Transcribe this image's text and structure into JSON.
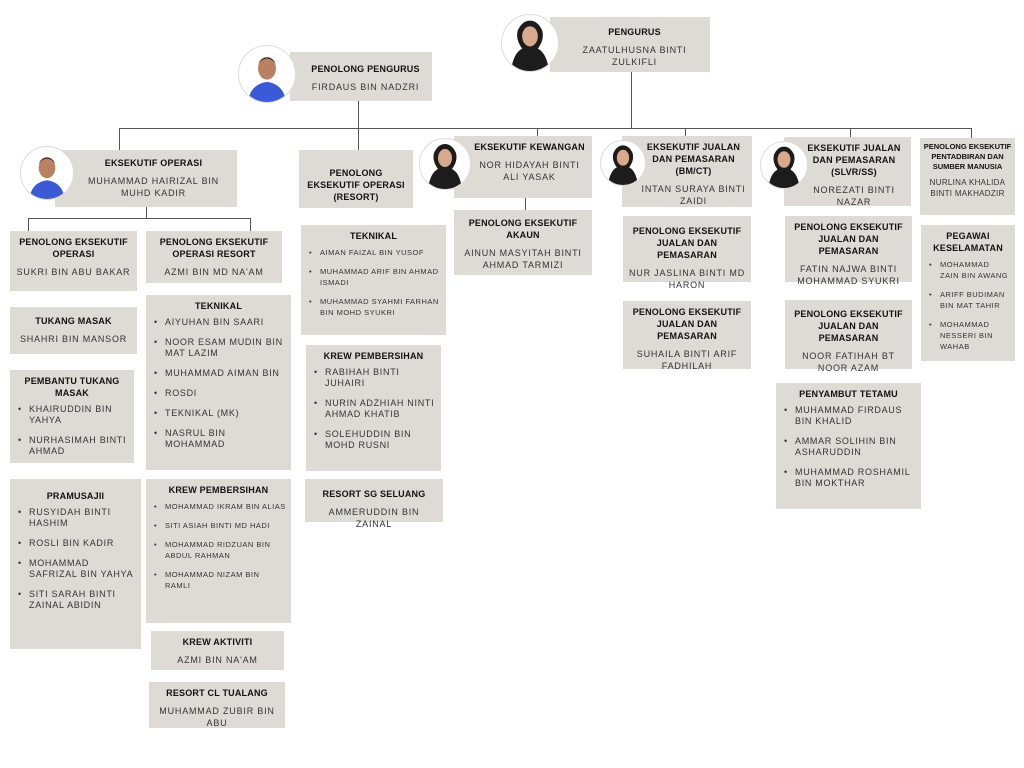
{
  "boxes": {
    "pengurus": {
      "title": "PENGURUS",
      "name": "ZAATULHUSNA BINTI ZULKIFLI"
    },
    "penolong_pengurus": {
      "title": "PENOLONG PENGURUS",
      "name": "FIRDAUS BIN NADZRI"
    },
    "eksekutif_operasi": {
      "title": "EKSEKUTIF OPERASI",
      "name": "MUHAMMAD HAIRIZAL BIN MUHD KADIR"
    },
    "pe_operasi": {
      "title": "PENOLONG EKSEKUTIF OPERASI",
      "name": "SUKRI BIN ABU BAKAR"
    },
    "pe_operasi_resort": {
      "title": "PENOLONG EKSEKUTIF OPERASI RESORT",
      "name": "AZMI BIN MD NA'AM"
    },
    "tukang_masak": {
      "title": "TUKANG MASAK",
      "name": "SHAHRI BIN MANSOR"
    },
    "pembantu_tukang_masak": {
      "title": "PEMBANTU TUKANG MASAK",
      "list": [
        "KHAIRUDDIN BIN YAHYA",
        "NURHASIMAH BINTI AHMAD"
      ]
    },
    "teknikal_1": {
      "title": "TEKNIKAL",
      "list": [
        "AIYUHAN BIN SAARI",
        "NOOR ESAM MUDIN BIN MAT LAZIM",
        "MUHAMMAD AIMAN BIN",
        "ROSDI",
        "TEKNIKAL (MK)",
        "NASRUL BIN MOHAMMAD"
      ]
    },
    "pramusaji": {
      "title": "PRAMUSAJII",
      "list": [
        "RUSYIDAH BINTI HASHIM",
        "ROSLI BIN KADIR",
        "MOHAMMAD SAFRIZAL BIN YAHYA",
        "SITI SARAH BINTI ZAINAL ABIDIN"
      ]
    },
    "krew_pembersihan_1": {
      "title": "KREW PEMBERSIHAN",
      "list": [
        "MOHAMMAD IKRAM BIN ALIAS",
        "SITI ASIAH BINTI MD HADI",
        "MOHAMMAD RIDZUAN BIN ABDUL RAHMAN",
        "MOHAMMAD NIZAM BIN RAMLI"
      ]
    },
    "krew_aktiviti": {
      "title": "KREW AKTIVITI",
      "name": "AZMI BIN NA'AM"
    },
    "resort_cl_tualang": {
      "title": "RESORT CL TUALANG",
      "name": "MUHAMMAD ZUBIR BIN ABU"
    },
    "pe_operasi_resort_2": {
      "title": "PENOLONG EKSEKUTIF OPERASI (RESORT)"
    },
    "teknikal_2": {
      "title": "TEKNIKAL",
      "list": [
        "AIMAN FAIZAL BIN YUSOF",
        "MUHAMMAD ARIF BIN AHMAD ISMADI",
        "MUHAMMAD SYAHMI FARHAN BIN MOHD SYUKRI"
      ]
    },
    "krew_pembersihan_2": {
      "title": "KREW PEMBERSIHAN",
      "list": [
        "RABIHAH BINTI JUHAIRI",
        "NURIN ADZHIAH NINTI AHMAD KHATIB",
        "SOLEHUDDIN BIN MOHD RUSNI"
      ]
    },
    "resort_sg_seluang": {
      "title": "RESORT SG SELUANG",
      "name": "AMMERUDDIN BIN ZAINAL"
    },
    "eksekutif_kewangan": {
      "title": "EKSEKUTIF KEWANGAN",
      "name": "NOR HIDAYAH BINTI ALI YASAK"
    },
    "pe_akaun": {
      "title": "PENOLONG EKSEKUTIF AKAUN",
      "name": "AINUN MASYITAH BINTI AHMAD TARMIZI"
    },
    "ejp_bmct": {
      "title": "EKSEKUTIF JUALAN DAN PEMASARAN (BM/CT)",
      "name": "INTAN SURAYA BINTI ZAIDI"
    },
    "pejp_1": {
      "title": "PENOLONG EKSEKUTIF JUALAN DAN PEMASARAN",
      "name": "NUR JASLINA BINTI MD HARON"
    },
    "pejp_2": {
      "title": "PENOLONG EKSEKUTIF JUALAN DAN PEMASARAN",
      "name": "SUHAILA BINTI ARIF FADHILAH"
    },
    "ejp_slvr": {
      "title": "EKSEKUTIF JUALAN DAN PEMASARAN (SLVR/SS)",
      "name": "NOREZATI BINTI NAZAR"
    },
    "pejp_3": {
      "title": "PENOLONG EKSEKUTIF JUALAN DAN PEMASARAN",
      "name": "FATIN NAJWA BINTI MOHAMMAD SYUKRI"
    },
    "pejp_4": {
      "title": "PENOLONG EKSEKUTIF JUALAN DAN PEMASARAN",
      "name": "NOOR FATIHAH BT NOOR AZAM"
    },
    "penyambut_tetamu": {
      "title": "PENYAMBUT TETAMU",
      "list": [
        "MUHAMMAD FIRDAUS BIN KHALID",
        "AMMAR SOLIHIN BIN ASHARUDDIN",
        "MUHAMMAD ROSHAMIL BIN MOKTHAR"
      ]
    },
    "pe_pentadbiran": {
      "title": "PENOLONG EKSEKUTIF PENTADBIRAN DAN SUMBER MANUSIA",
      "name": "NURLINA KHALIDA BINTI MAKHADZIR"
    },
    "pegawai_keselamatan": {
      "title": "PEGAWAI KESELAMATAN",
      "list": [
        "MOHAMMAD ZAIN BIN AWANG",
        "ARIFF BUDIMAN BIN MAT TAHIR",
        "MOHAMMAD NESSERI BIN WAHAB"
      ]
    }
  },
  "colors": {
    "box": "#dedbd6",
    "line": "#555555"
  }
}
